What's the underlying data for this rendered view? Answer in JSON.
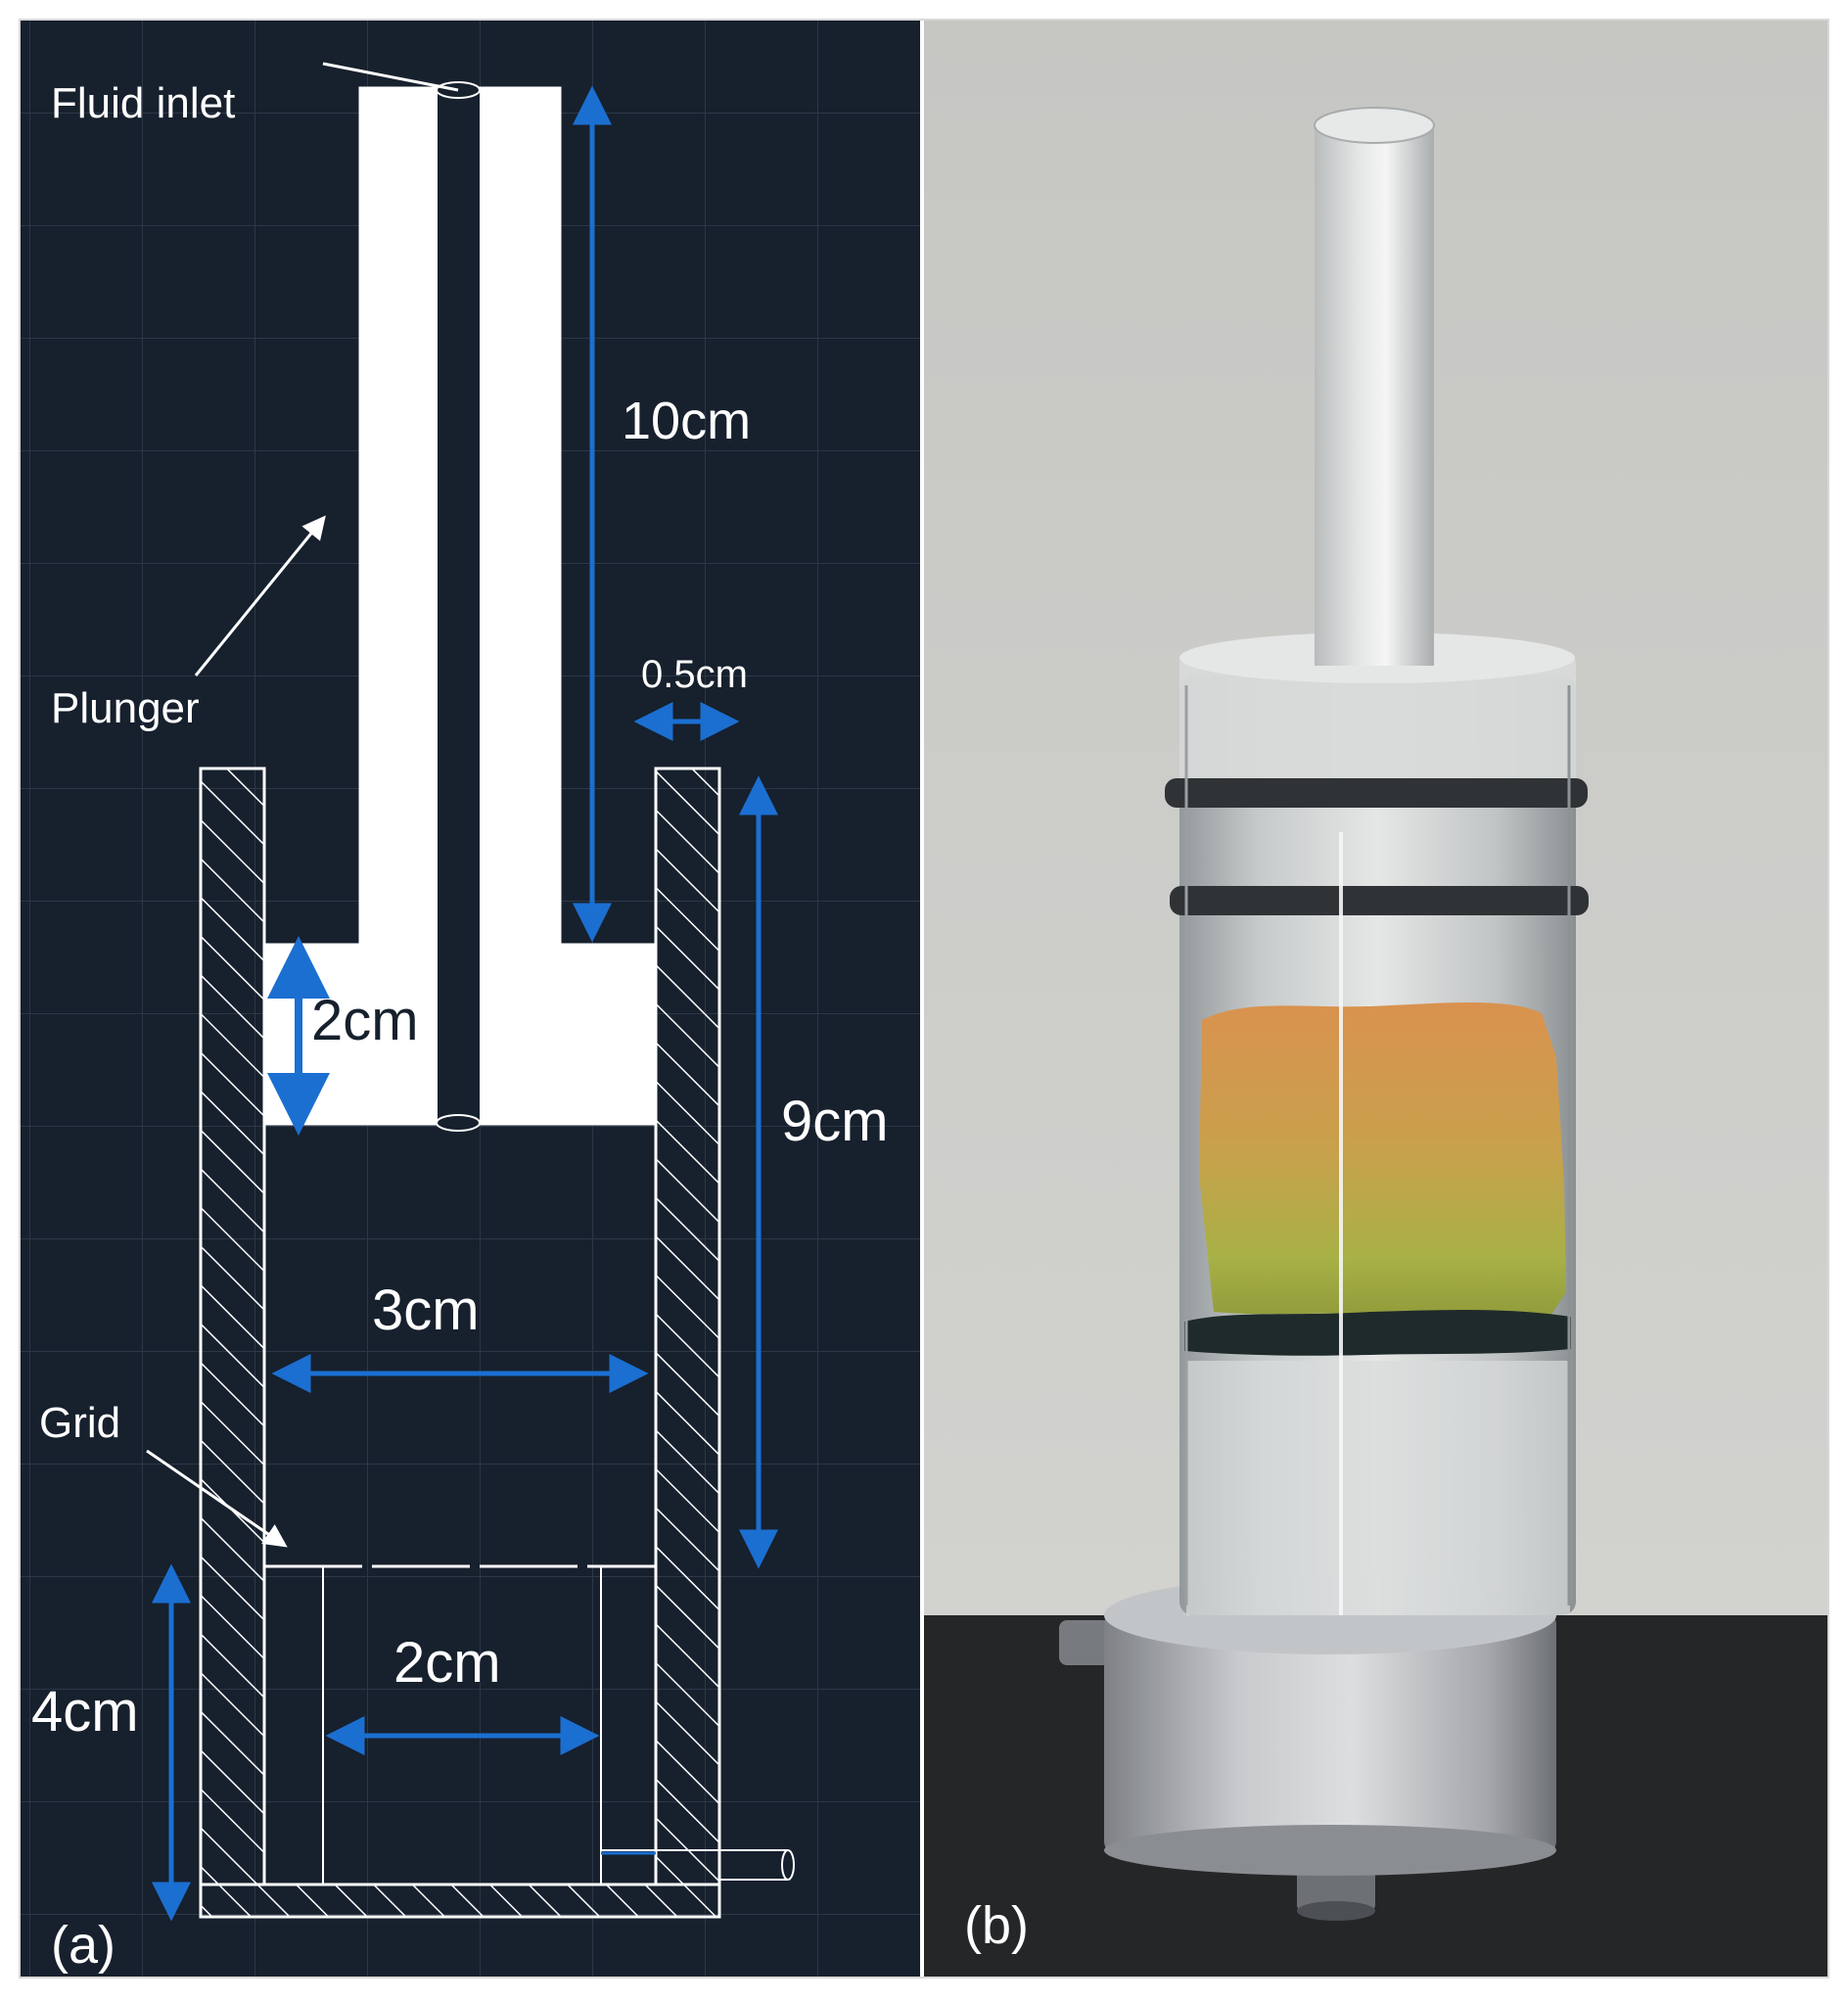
{
  "panel_a": {
    "tag": "(a)",
    "labels": {
      "fluid_inlet": "Fluid inlet",
      "plunger": "Plunger",
      "grid": "Grid"
    },
    "dimensions": {
      "plunger_height": "10cm",
      "wall_thickness": "0.5cm",
      "chamber_height": "9cm",
      "piston_height": "2cm",
      "inner_diameter": "3cm",
      "grid_height": "4cm",
      "support_diameter": "2cm"
    },
    "colors": {
      "background": "#17202d",
      "dimension_arrow": "#1b6fd1",
      "outline": "#ffffff"
    }
  },
  "panel_b": {
    "tag": "(b)",
    "colors": {
      "wall": "#c9c9c6",
      "table": "#252628",
      "base_metal": "#b5b7ba",
      "sample_orange": "#d99a55",
      "sample_green": "#a7b14a"
    }
  }
}
